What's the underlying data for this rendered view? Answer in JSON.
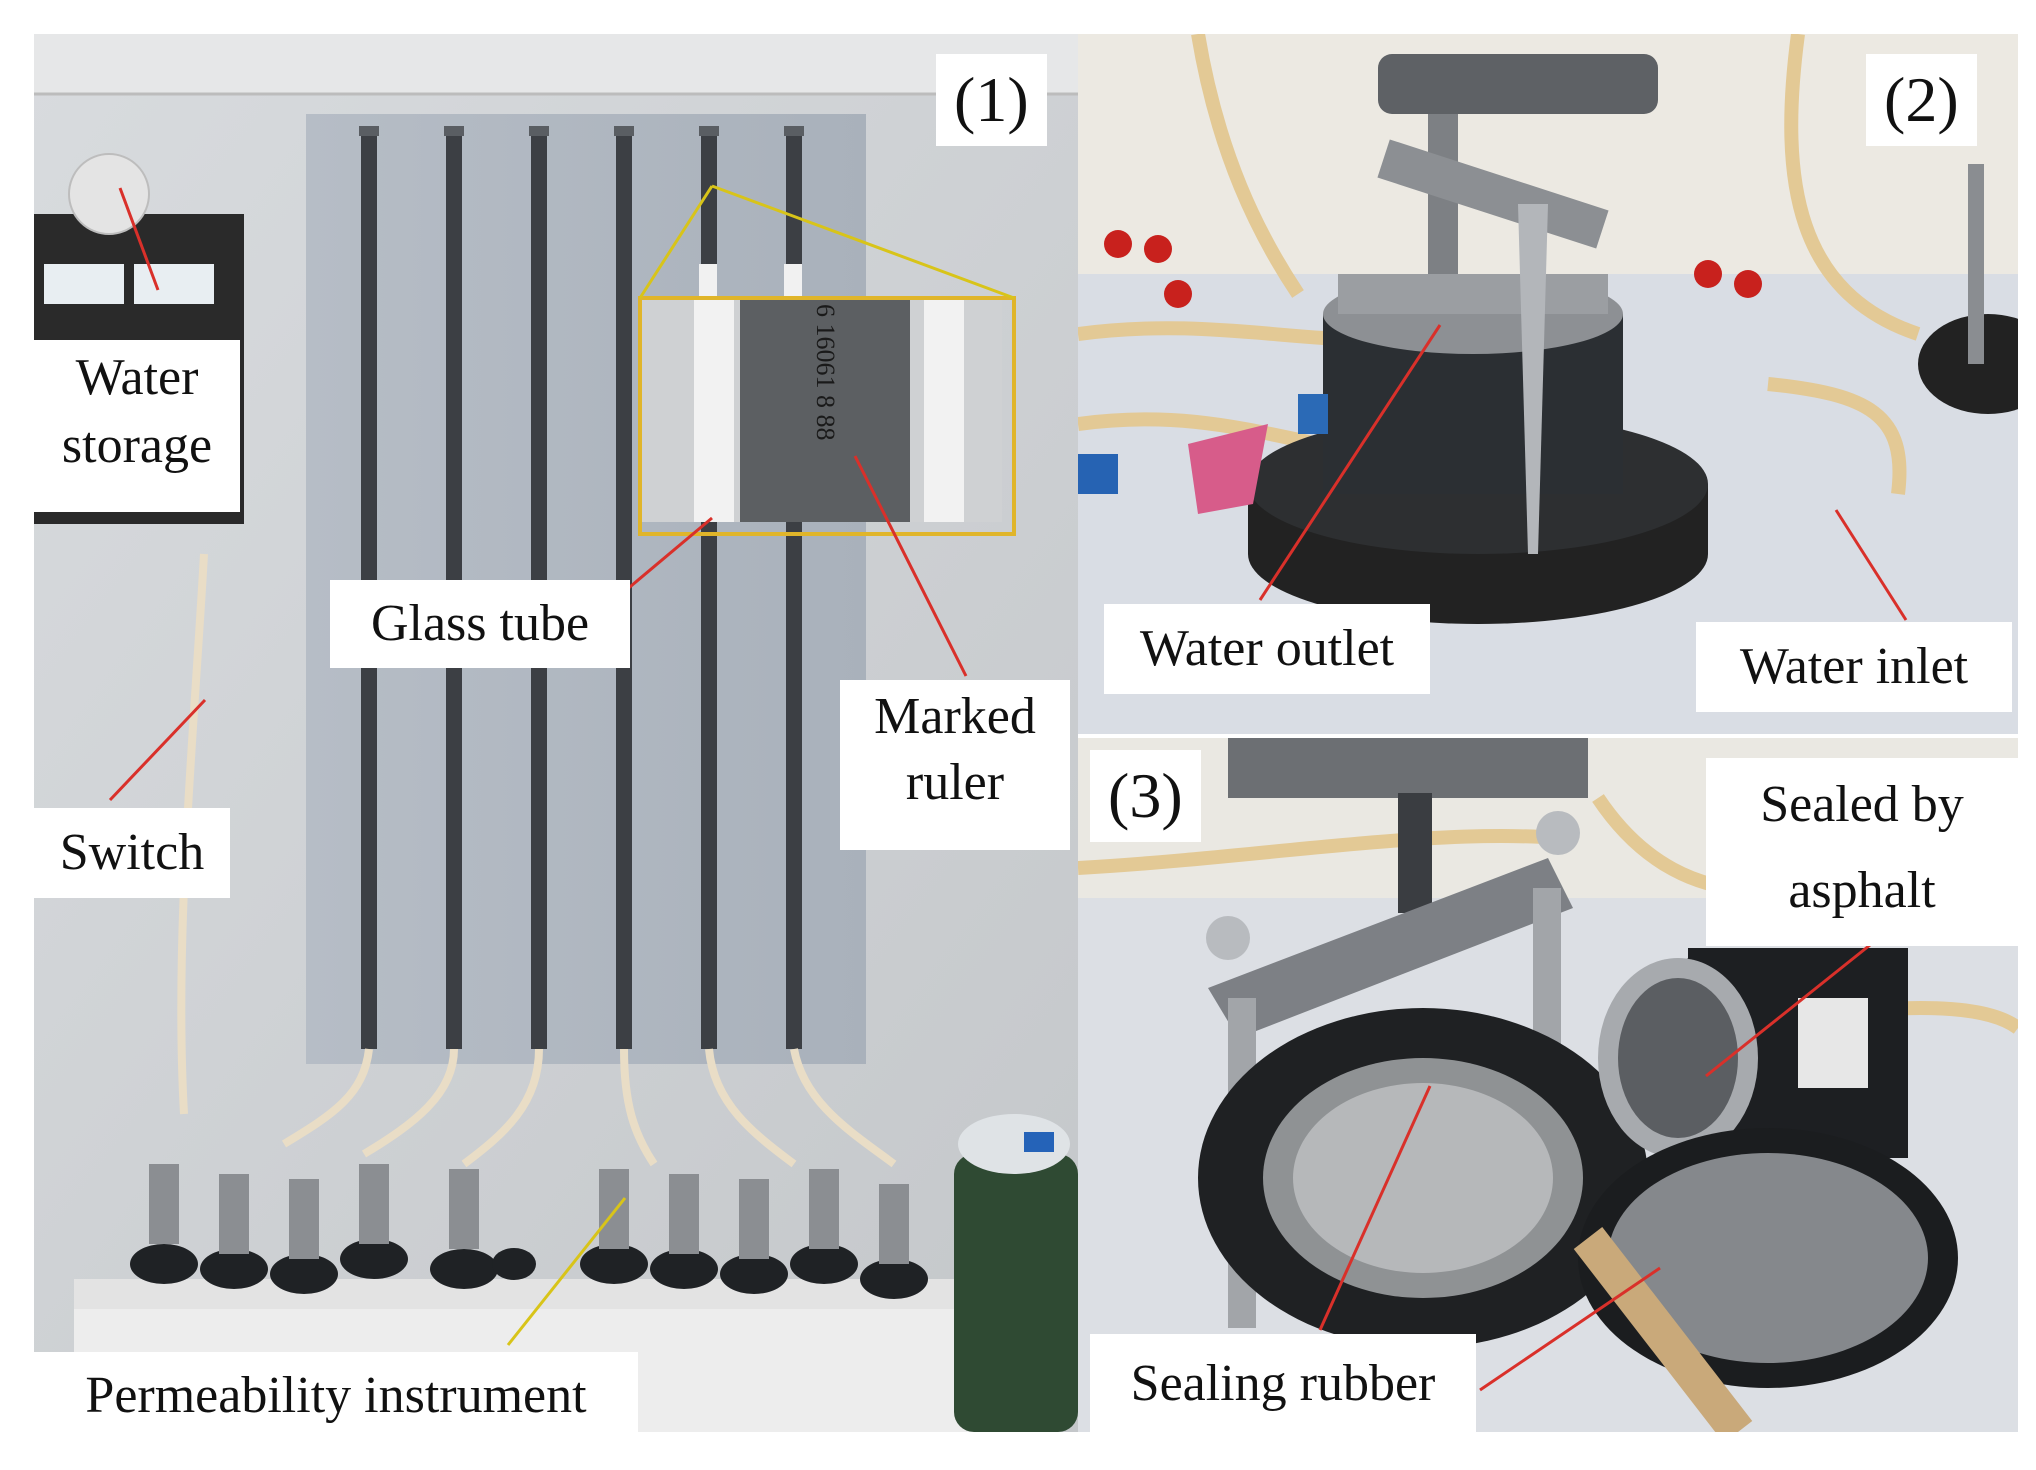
{
  "panels": {
    "p1": {
      "number": "(1)"
    },
    "p2": {
      "number": "(2)"
    },
    "p3": {
      "number": "(3)"
    }
  },
  "labels": {
    "water_storage": "Water\nstorage",
    "glass_tube": "Glass tube",
    "marked_ruler": "Marked\nruler",
    "switch": "Switch",
    "permeability_instrument": "Permeability instrument",
    "water_outlet": "Water outlet",
    "water_inlet": "Water inlet",
    "sealed_by_asphalt": "Sealed by\nasphalt",
    "sealing_rubber": "Sealing rubber"
  },
  "ruler_text": "6 16061 8 88",
  "colors": {
    "leader_red": "#d9302a",
    "leader_yellow": "#d8c419",
    "zoom_box": "#e0b52a"
  }
}
